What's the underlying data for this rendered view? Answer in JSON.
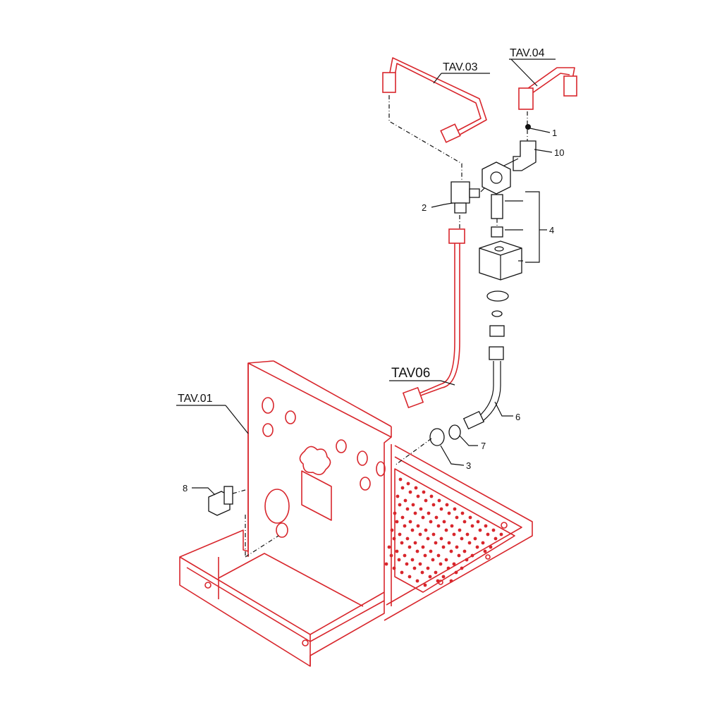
{
  "diagram": {
    "colors": {
      "part_outline": "#d8262c",
      "leader": "#111111"
    },
    "labels": {
      "tav03": "TAV.03",
      "tav04": "TAV.04",
      "tav06": "TAV06",
      "tav01": "TAV.01",
      "p1": "1",
      "p10": "10",
      "p2": "2",
      "p4": "4",
      "p6": "6",
      "p7": "7",
      "p3": "3",
      "p8": "8"
    }
  }
}
